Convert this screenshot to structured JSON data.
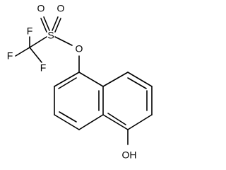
{
  "molecule": {
    "atoms": {
      "F_top": "F",
      "F_left": "F",
      "F_right": "F",
      "S": "S",
      "O_top_left": "O",
      "O_top_right": "O",
      "O_ester": "O",
      "OH": "OH"
    },
    "colors": {
      "bond": "#000000",
      "label": "#000000",
      "background": "#ffffff"
    }
  }
}
